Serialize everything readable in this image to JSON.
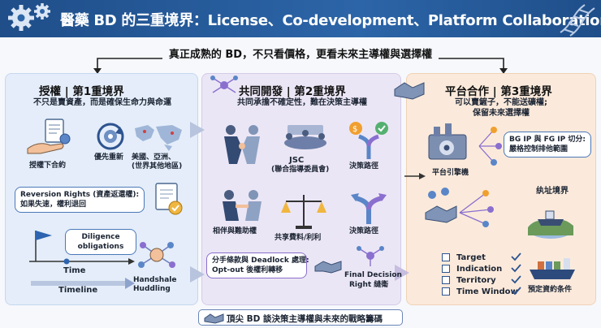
{
  "header": {
    "title": "醫藥 BD 的三重境界：License、Co-development、Platform Collaboration"
  },
  "subtitle": "真正成熟的 BD，不只看價格，更看未來主導權與選擇權",
  "panel1": {
    "title": "授權 | 第1重境界",
    "subtitle": "不只是賣資產，而是確保生命力與命運",
    "label_license": "授權下合約",
    "label_priority": "優先重新",
    "label_regions_1": "美國、亞洲、",
    "label_regions_2": "(世界其他地區)",
    "reversion_1": "Reversion Rights (資產返還權):",
    "reversion_2": "如果失速，權利退回",
    "diligence_1": "Diligence",
    "diligence_2": "obligations",
    "time": "Time",
    "timeline": "Timeline",
    "handshake_1": "Handshale",
    "handshake_2": "Huddling"
  },
  "panel2": {
    "title": "共同開發 | 第2重境界",
    "subtitle": "共同承擔不確定性，難在決策主導權",
    "jsc_1": "JSC",
    "jsc_2": "(聯合指導委員會)",
    "decision_path_1": "決策路徑",
    "partners": "相伴與難助權",
    "cost_share": "共享費料/利利",
    "decision_path_2": "決策路徑",
    "deadlock_1": "分手條款與 Deadlock 處理:",
    "deadlock_2": "Opt-out 後權利轉移",
    "final_1": "Final Decision",
    "final_2": "Right 縫衛"
  },
  "panel3": {
    "title": "平台合作 | 第3重境界",
    "subtitle_1": "可以賣鏟子，不能送礦權;",
    "subtitle_2": "保留未來選擇權",
    "engine": "平台引擎機",
    "fgip_1": "BG IP 與 FG IP 切分:",
    "fgip_2": "嚴格控制排他範圍",
    "border": "纨址境界",
    "checklist": [
      "Target",
      "Indication",
      "Territory",
      "Time Window"
    ],
    "preset": "預定資約条件"
  },
  "footer": "頂尖 BD 談決策主導權與未來的戰略籌碼",
  "colors": {
    "header": "#1f4e89",
    "panel1": "#e4edf9",
    "panel2": "#ebe6f5",
    "panel3": "#fbeadb",
    "accent": "#4b78b8"
  }
}
